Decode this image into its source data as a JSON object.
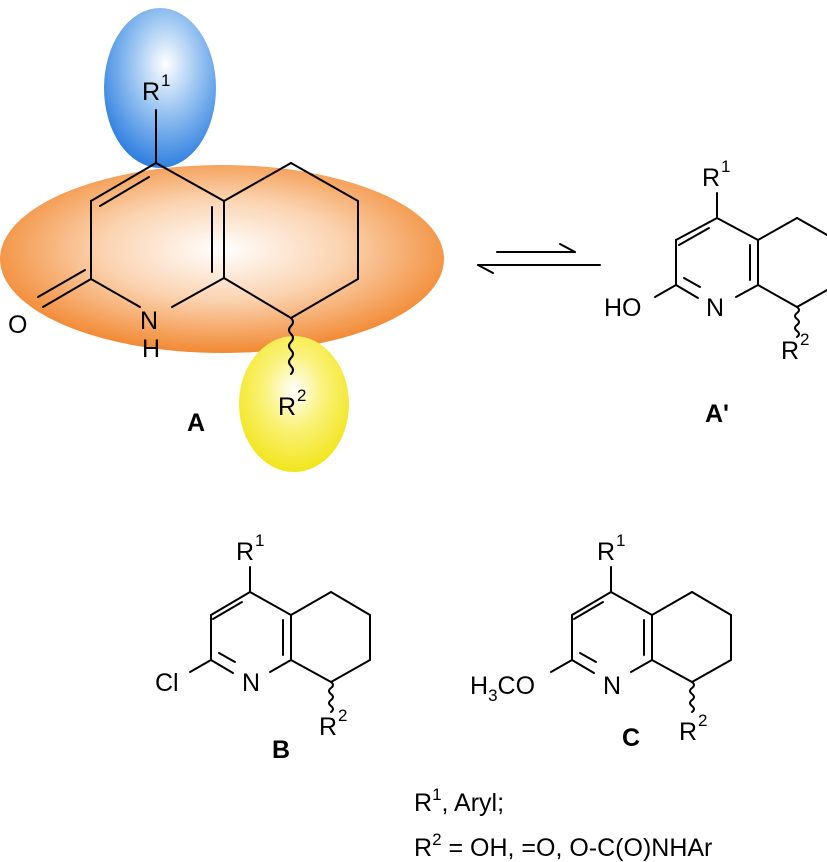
{
  "structures": {
    "A": {
      "caption": "A",
      "atoms": {
        "o": "O",
        "n": "N",
        "h": "H",
        "r1": "R",
        "r1_sup": "1",
        "r2": "R",
        "r2_sup": "2"
      }
    },
    "A_prime": {
      "caption": "A'",
      "atoms": {
        "ho": "HO",
        "n": "N",
        "r1": "R",
        "r1_sup": "1",
        "r2": "R",
        "r2_sup": "2"
      }
    },
    "B": {
      "caption": "B",
      "atoms": {
        "cl": "Cl",
        "n": "N",
        "r1": "R",
        "r1_sup": "1",
        "r2": "R",
        "r2_sup": "2"
      }
    },
    "C": {
      "caption": "C",
      "atoms": {
        "h3c_h": "H",
        "h3c_sub": "3",
        "h3c_co": "CO",
        "n": "N",
        "r1": "R",
        "r1_sup": "1",
        "r2": "R",
        "r2_sup": "2"
      }
    }
  },
  "legend": {
    "line1": {
      "r": "R",
      "sup": "1",
      "text": ", Aryl;"
    },
    "line2": {
      "r": "R",
      "sup": "2",
      "text": " = OH, =O, O-C(O)NHAr"
    }
  },
  "colors": {
    "r1_region": "#2f7fe0",
    "core_region": "#f07c1c",
    "r2_region": "#f2e51c"
  }
}
